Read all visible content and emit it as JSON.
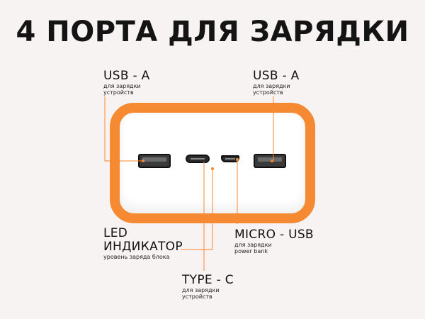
{
  "title": "4 ПОРТА ДЛЯ ЗАРЯДКИ",
  "colors": {
    "accent": "#f58a32",
    "background": "#f8f3f3",
    "device_body": "#ffffff",
    "text": "#111111"
  },
  "labels": {
    "usb_a_left": {
      "head": "USB - A",
      "sub_line1": "для зарядки",
      "sub_line2": "устройств"
    },
    "usb_a_right": {
      "head": "USB - A",
      "sub_line1": "для зарядки",
      "sub_line2": "устройств"
    },
    "led": {
      "head_line1": "LED",
      "head_line2": "ИНДИКАТОР",
      "sub": "уровень заряда блока"
    },
    "micro_usb": {
      "head": "MICRO - USB",
      "sub_line1": "для зарядки",
      "sub_line2": "power bank"
    },
    "type_c": {
      "head": "TYPE - C",
      "sub_line1": "для зарядки",
      "sub_line2": "устройств"
    }
  },
  "icons": [
    "usb-a-port",
    "type-c-port",
    "micro-usb-port",
    "led-indicator-dot"
  ]
}
